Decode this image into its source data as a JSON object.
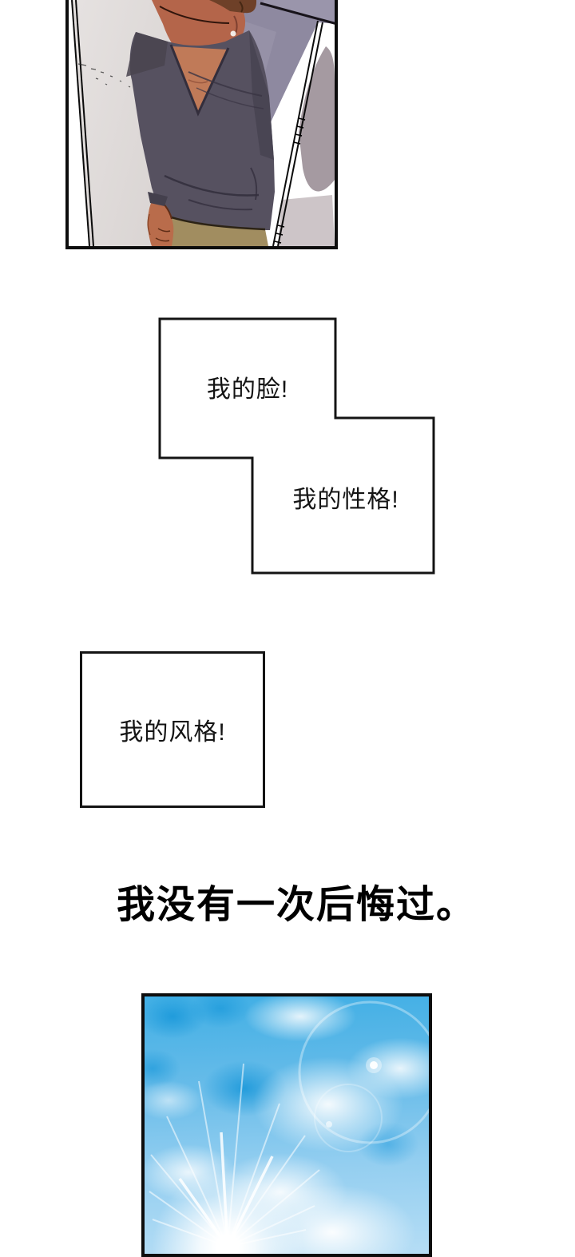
{
  "page": {
    "background_color": "#ffffff",
    "border_color": "#0d0d0d"
  },
  "portrait_panel": {
    "description": "man-in-dark-vneck-seen-from-above",
    "colors": {
      "wall_gray": "#ddd8d6",
      "backdrop_slate": "#8e89a0",
      "shadow_mauve": "#a59aa1",
      "hair_brown": "#6e4028",
      "skin_tan": "#b4654a",
      "shirt_slate": "#565160",
      "pants_khaki": "#a18d60"
    }
  },
  "captions": {
    "box1": "我的脸!",
    "box2": "我的性格!",
    "box3": "我的风格!"
  },
  "narration": {
    "text": "我没有一次后悔过。"
  },
  "sky_panel": {
    "description": "blue-sky-clouds-sunburst-lens-flare",
    "colors": {
      "sky_blue": "#41afe5",
      "deep_blue": "#1294d8",
      "cloud_white": "#ffffff"
    }
  }
}
